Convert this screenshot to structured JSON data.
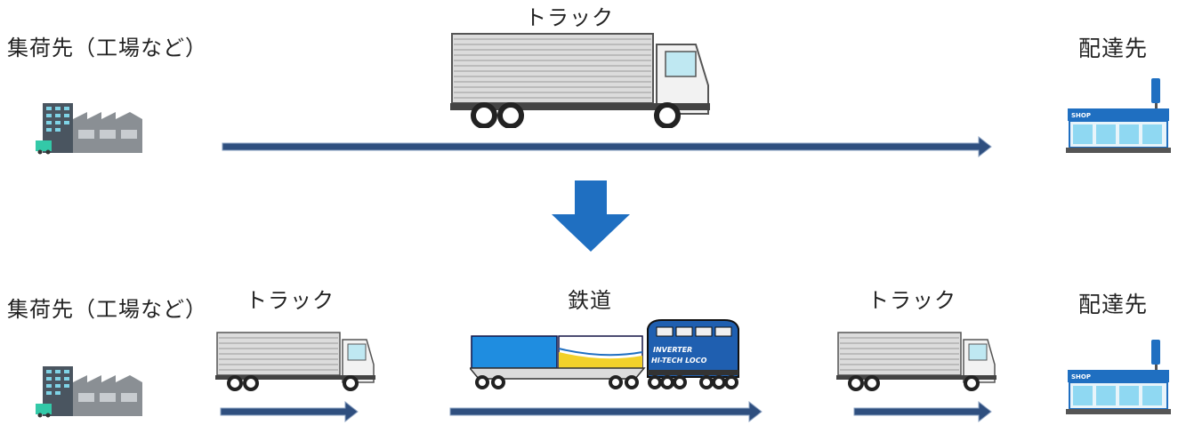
{
  "colors": {
    "arrow_fill": "#2f4f7f",
    "arrow_outline": "#8aa0c0",
    "down_arrow": "#1f6fc1",
    "truck_body": "#d8d8d8",
    "cab_window": "#bfe8f2",
    "container_blue": "#1f8de0",
    "container_yellow": "#f2d12a",
    "shop_blue": "#1f6fc1",
    "shop_window": "#8fd8f2"
  },
  "before": {
    "origin_label": "集荷先（工場など）",
    "truck_label": "トラック",
    "destination_label": "配達先"
  },
  "after": {
    "origin_label": "集荷先（工場など）",
    "truck1_label": "トラック",
    "rail_label": "鉄道",
    "truck2_label": "トラック",
    "destination_label": "配達先",
    "loco_text_line1": "INVERTER",
    "loco_text_line2": "HI-TECH LOCO"
  },
  "icons": {
    "factory": "factory-icon",
    "truck": "truck-icon",
    "shop": "shop-icon",
    "train": "freight-train-icon",
    "transition": "down-arrow-icon"
  }
}
